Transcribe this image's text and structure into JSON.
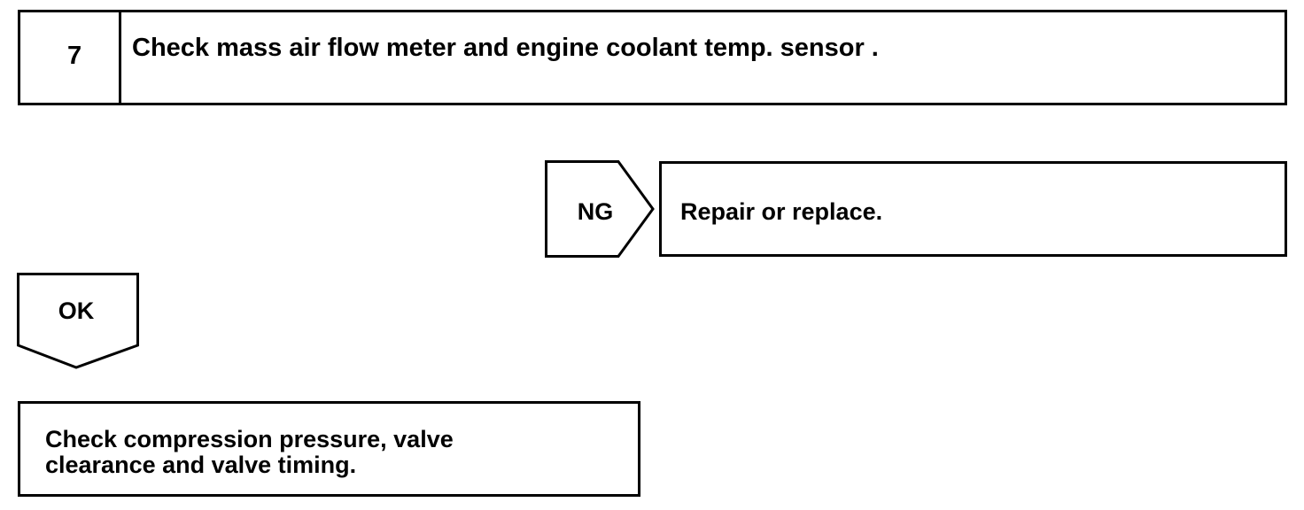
{
  "step": {
    "number": "7",
    "title": "Check mass air flow meter and engine coolant temp. sensor ."
  },
  "ng_branch": {
    "label": "NG",
    "result": "Repair or replace."
  },
  "ok_branch": {
    "label": "OK"
  },
  "final_step": {
    "line1": "Check compression pressure, valve",
    "line2": "clearance and valve timing."
  },
  "colors": {
    "stroke": "#000000",
    "background": "#ffffff"
  }
}
